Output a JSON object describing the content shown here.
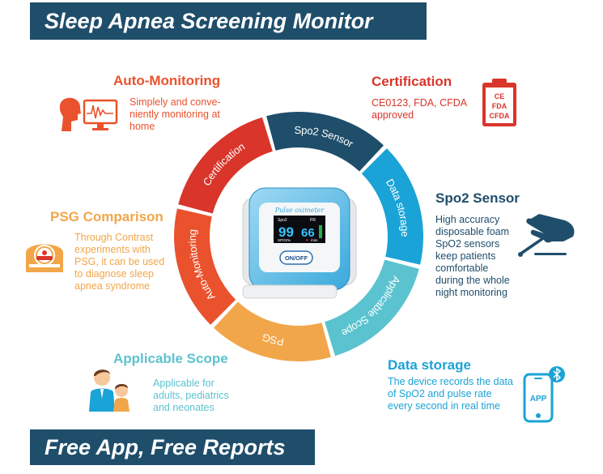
{
  "header": {
    "title": "Sleep Apnea Screening Monitor"
  },
  "footer": {
    "title": "Free App, Free Reports"
  },
  "ring_segments": [
    {
      "label": "Auto-Monitoring",
      "color": "#e9522d"
    },
    {
      "label": "Certification",
      "color": "#d9352b"
    },
    {
      "label": "Spo2 Sensor",
      "color": "#1f4e6b"
    },
    {
      "label": "Data storage",
      "color": "#1aa3d6"
    },
    {
      "label": "Applicable Scope",
      "color": "#5bc3d0"
    },
    {
      "label": "PSG",
      "color": "#f2a64a"
    }
  ],
  "features": {
    "auto_monitoring": {
      "title": "Auto-Monitoring",
      "desc": [
        "Simplely and conve-",
        "niently monitoring at",
        "home"
      ],
      "color": "#e9522d"
    },
    "certification": {
      "title": "Certification",
      "desc": [
        "CE0123, FDA, CFDA",
        "approved"
      ],
      "color": "#d9352b",
      "badge": [
        "CE",
        "FDA",
        "CFDA"
      ]
    },
    "spo2_sensor": {
      "title": "Spo2 Sensor",
      "desc": [
        "High accuracy",
        "disposable foam",
        "SpO2 sensors",
        "keep patients",
        "comfortable",
        "during the whole",
        "night monitoring"
      ],
      "color": "#1f4e6b"
    },
    "data_storage": {
      "title": "Data storage",
      "desc": [
        "The device records the data",
        "of SpO2 and pulse rate",
        "every second in real time"
      ],
      "color": "#1aa3d6",
      "phone_label": "APP"
    },
    "applicable_scope": {
      "title": "Applicable Scope",
      "desc": [
        "Applicable for",
        "adults, pediatrics",
        "and neonates"
      ],
      "color": "#5bc3d0"
    },
    "psg_comparison": {
      "title": "PSG Comparison",
      "desc": [
        "Through Contrast",
        "experiments with",
        "PSG, it can be used",
        "to diagnose sleep",
        "apnea syndrome"
      ],
      "color": "#f2a64a"
    }
  },
  "device": {
    "brand": "Pulse oximeter",
    "spo2_label": "Spo2",
    "pr_label": "PR",
    "spo2_value": "99",
    "pr_value": "66",
    "spo2_unit": "SPO2%",
    "pr_unit": "/min",
    "button_label": "ON/OFF"
  }
}
